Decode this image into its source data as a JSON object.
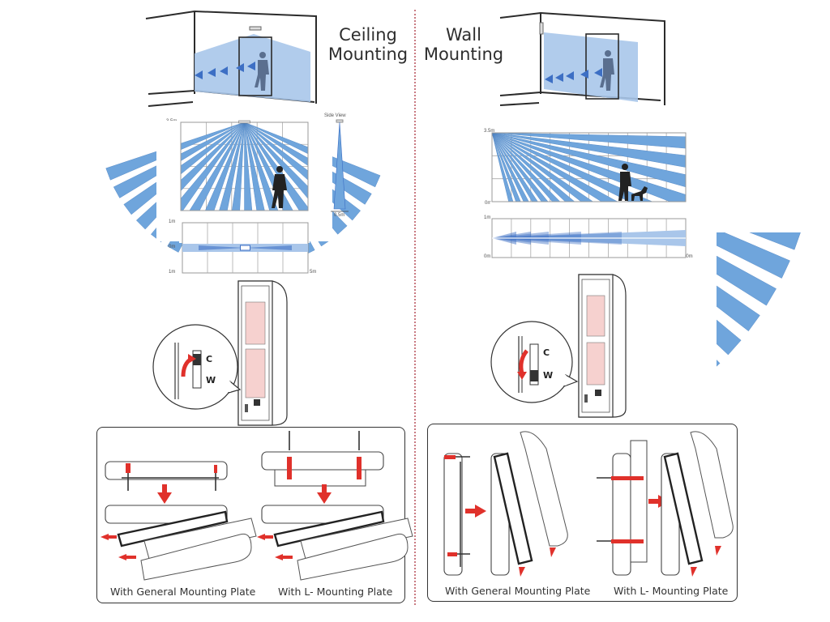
{
  "sections": {
    "ceiling": {
      "title_line1": "Ceiling",
      "title_line2": "Mounting",
      "side_chart": {
        "y_top_label": "3.5m",
        "y_bottom_label": "0m",
        "x_end_label": "5m",
        "side_view_label": "Side View",
        "side_width_label": "0.5m"
      },
      "top_chart": {
        "y_top_label": "1m",
        "y_mid_label": "0m",
        "y_bottom_label": "1m",
        "x_end_label": "5m"
      },
      "switch": {
        "upper_label": "C",
        "lower_label": "W",
        "direction": "up"
      },
      "install_captions": [
        "With General Mounting Plate",
        "With L- Mounting Plate"
      ]
    },
    "wall": {
      "title_line1": "Wall",
      "title_line2": "Mounting",
      "side_chart": {
        "y_top_label": "3.5m",
        "y_bottom_label": "0m",
        "x_end_label": "10m"
      },
      "top_chart": {
        "y_top_label": "1m",
        "y_bottom_label": "0m",
        "x_end_label": "10m"
      },
      "switch": {
        "upper_label": "C",
        "lower_label": "W",
        "direction": "down"
      },
      "install_captions": [
        "With General Mounting Plate",
        "With L- Mounting Plate"
      ]
    }
  },
  "colors": {
    "beam": "#6fa5dc",
    "beam_dark": "#3d6fc4",
    "coverage": "#a9c6ea",
    "arrow_red": "#e0312b",
    "pcb_pink": "#f6d1cf",
    "line": "#2b2b2b",
    "divider": "#c97a82"
  }
}
